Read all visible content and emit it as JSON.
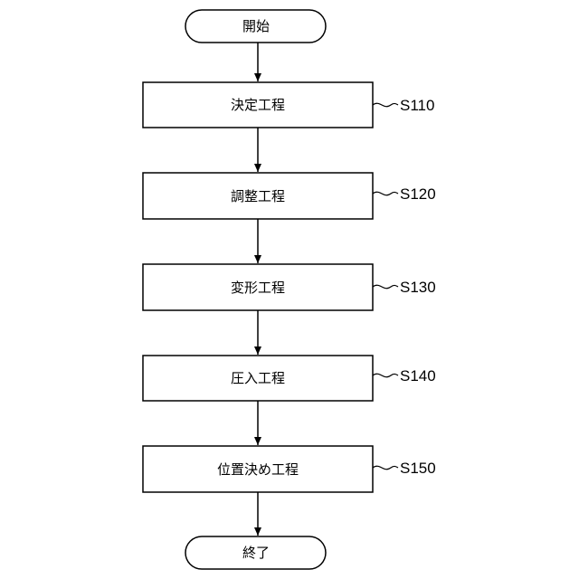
{
  "flowchart": {
    "start_label": "開始",
    "end_label": "終了",
    "steps": [
      {
        "label": "決定工程",
        "code": "S110"
      },
      {
        "label": "調整工程",
        "code": "S120"
      },
      {
        "label": "変形工程",
        "code": "S130"
      },
      {
        "label": "圧入工程",
        "code": "S140"
      },
      {
        "label": "位置決め工程",
        "code": "S150"
      }
    ]
  }
}
